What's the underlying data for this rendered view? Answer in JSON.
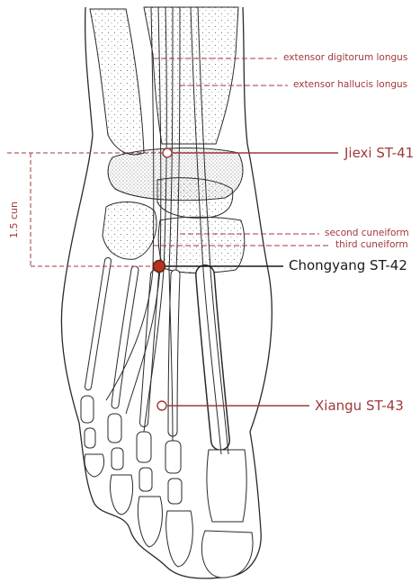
{
  "labels": {
    "extensor_digitorum_longus": "extensor digitorum longus",
    "extensor_hallucis_longus": "extensor hallucis longus",
    "jiexi": "Jiexi ST-41",
    "second_cuneiform": "second cuneiform",
    "third_cuneiform": "third cuneiform",
    "chongyang": "Chongyang ST-42",
    "xiangu": "Xiangu ST-43",
    "cun": "1.5 cun"
  },
  "colors": {
    "accent": "#a0383b",
    "point_fill": "#b0361f",
    "dark_text": "#1a1a1a",
    "outline": "#2a2a2a",
    "bone_fill": "#ffffff"
  },
  "points": {
    "jiexi": {
      "style": "open"
    },
    "chongyang": {
      "style": "filled"
    },
    "xiangu": {
      "style": "open"
    }
  }
}
